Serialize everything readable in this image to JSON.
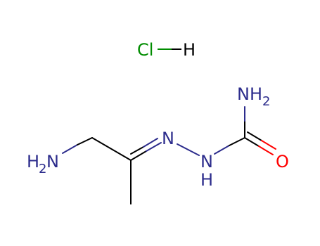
{
  "molecule": {
    "salt": {
      "cl": "Cl",
      "h": "H"
    },
    "atoms": {
      "amine_left_h": "H",
      "amine_left_sub": "2",
      "amine_left_n": "N",
      "imine_n": "N",
      "hydrazide_n": "N",
      "hydrazide_h": "H",
      "amide_n": "NH",
      "amide_sub": "2",
      "carbonyl_o": "O"
    }
  },
  "colors": {
    "chlorine": "#008c00",
    "nitrogen": "#2c2c8c",
    "oxygen": "#ff0000",
    "carbon": "#000000",
    "hydrogen": "#000000"
  }
}
